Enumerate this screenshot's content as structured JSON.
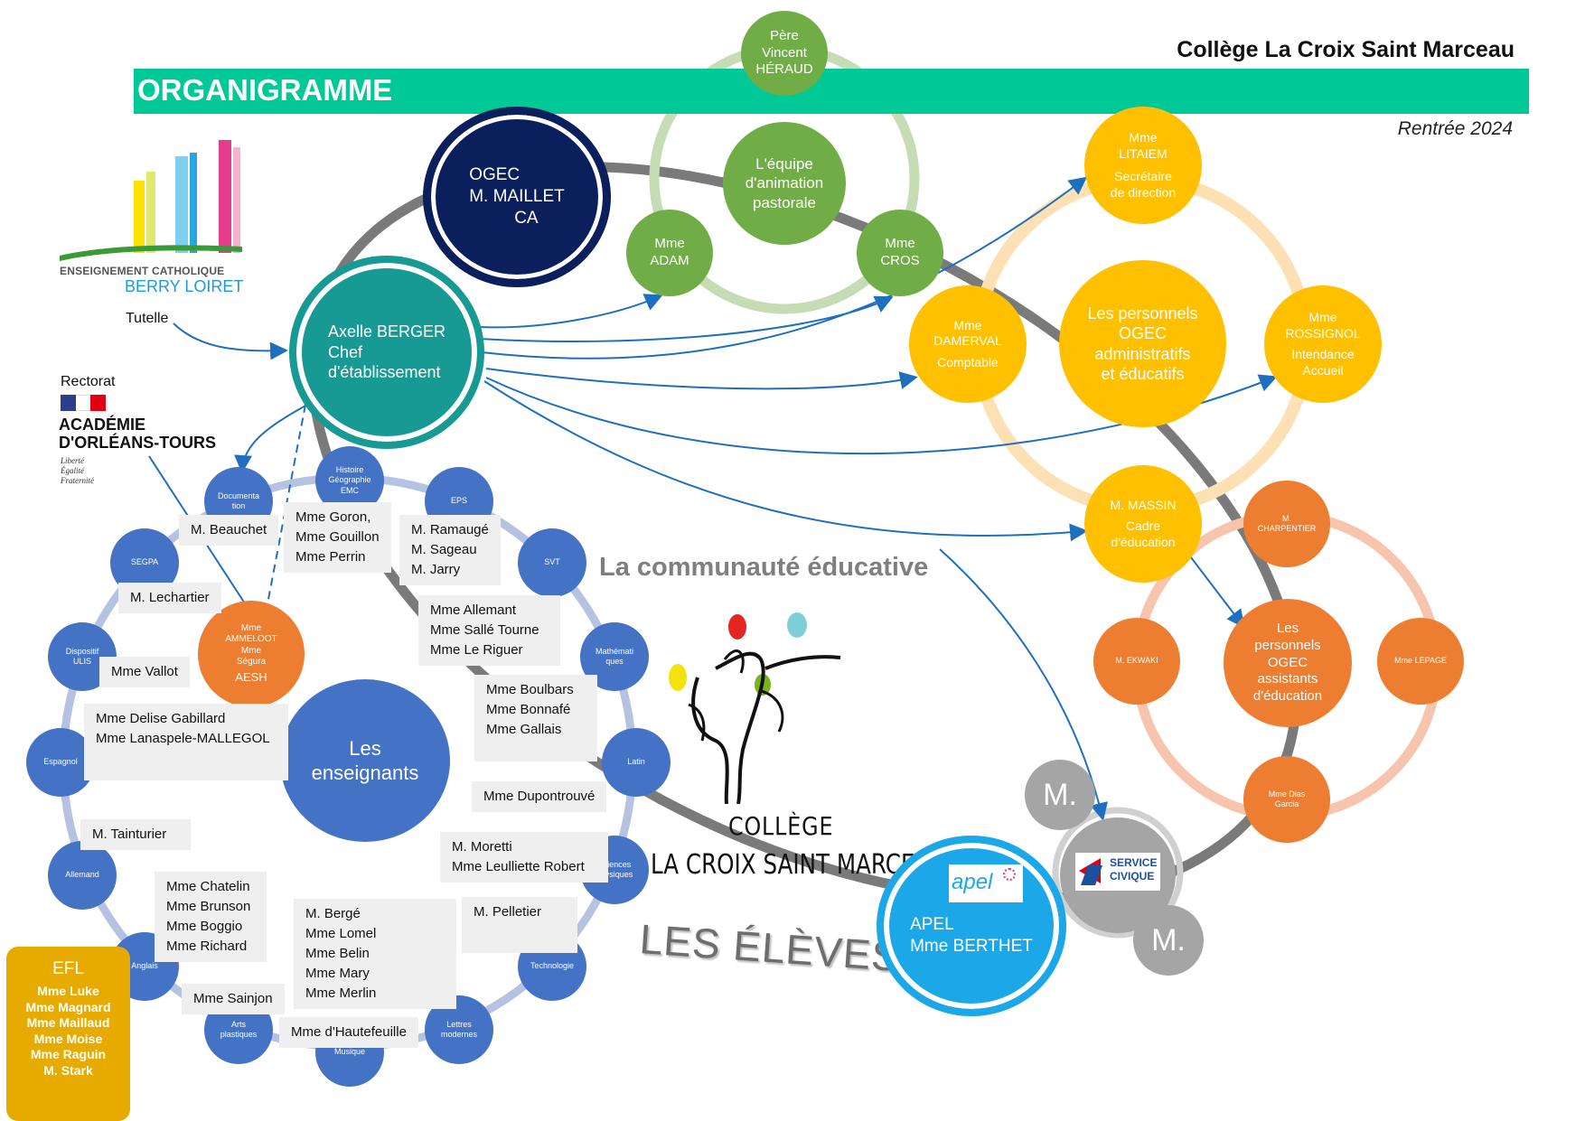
{
  "header": {
    "school": "Collège La Croix Saint Marceau",
    "title": "ORGANIGRAMME",
    "subtitle": "Rentrée 2024"
  },
  "logos": {
    "diocese_line1": "ENSEIGNEMENT CATHOLIQUE",
    "diocese_line2": "BERRY LOIRET",
    "tutelle": "Tutelle",
    "rectorat": "Rectorat",
    "academie_line1": "ACADÉMIE",
    "academie_line2": "D'ORLÉANS-TOURS",
    "devise": [
      "Liberté",
      "Égalité",
      "Fraternité"
    ],
    "college_line1": "COLLÈGE",
    "college_line2": "LA CROIX SAINT MARCEAU",
    "service_civique": [
      "SERVICE",
      "CIVIQUE"
    ],
    "apel_logo": "apel"
  },
  "labels": {
    "communaute": "La communauté éducative",
    "eleves": "LES ÉLÈVES"
  },
  "nodes": {
    "chef": [
      "Axelle BERGER",
      "Chef",
      "d'établissement"
    ],
    "ogec": [
      "OGEC",
      "M. MAILLET",
      "CA"
    ],
    "pere": [
      "Père",
      "Vincent",
      "HÉRAUD"
    ],
    "pastorale": [
      "L'équipe",
      "d'animation",
      "pastorale"
    ],
    "adam": [
      "Mme",
      "ADAM"
    ],
    "cros": [
      "Mme",
      "CROS"
    ],
    "litaiem": [
      "Mme",
      "LITAIEM",
      "Secrétaire",
      "de direction"
    ],
    "admin_center": [
      "Les personnels",
      "OGEC",
      "administratifs",
      "et éducatifs"
    ],
    "damerval": [
      "Mme",
      "DAMERVAL",
      "Comptable"
    ],
    "rossignol": [
      "Mme",
      "ROSSIGNOL",
      "Intendance",
      "Accueil"
    ],
    "massin": [
      "M. MASSIN",
      "Cadre",
      "d'éducation"
    ],
    "charpentier": [
      "M.",
      "CHARPENTIER"
    ],
    "ekwaki": [
      "M. EKWAKI"
    ],
    "lepage": [
      "Mme LEPAGE"
    ],
    "dias": [
      "Mme Dias",
      "Garcia"
    ],
    "assistants": [
      "Les",
      "personnels",
      "OGEC",
      "assistants",
      "d'éducation"
    ],
    "aesh": [
      "Mme",
      "AMMELOOT",
      "Mme",
      "Ségura",
      "AESH"
    ],
    "enseignants": [
      "Les",
      "enseignants"
    ],
    "apel": [
      "APEL",
      "Mme BERTHET"
    ],
    "m_top": "M.",
    "m_bottom": "M."
  },
  "subjects": {
    "histoire": [
      "Histoire",
      "Géographie",
      "EMC"
    ],
    "documentation": [
      "Documenta",
      "tion"
    ],
    "eps": [
      "EPS"
    ],
    "svt": [
      "SVT"
    ],
    "maths": [
      "Mathémati",
      "ques"
    ],
    "latin": [
      "Latin"
    ],
    "sciences": [
      "Sciences",
      "physiques"
    ],
    "technologie": [
      "Technologie"
    ],
    "lettres": [
      "Lettres",
      "modernes"
    ],
    "musique": [
      "Musique"
    ],
    "arts": [
      "Arts",
      "plastiques"
    ],
    "anglais": [
      "Anglais"
    ],
    "allemand": [
      "Allemand"
    ],
    "espagnol": [
      "Espagnol"
    ],
    "ulis": [
      "Dispositif",
      "ULIS"
    ],
    "segpa": [
      "SEGPA"
    ]
  },
  "teachers": {
    "beauchet": [
      "M. Beauchet"
    ],
    "histoire": [
      "Mme Goron,",
      "Mme Gouillon",
      "Mme Perrin"
    ],
    "eps": [
      "M. Ramaugé",
      "M. Sageau",
      "M. Jarry"
    ],
    "lechartier": [
      "M. Lechartier"
    ],
    "svt": [
      "Mme Allemant",
      "Mme Sallé Tourne",
      "Mme Le Riguer"
    ],
    "vallot": [
      "Mme Vallot"
    ],
    "maths": [
      "Mme Boulbars",
      "Mme Bonnafé",
      "Mme Gallais"
    ],
    "espagnol": [
      "Mme Delise Gabillard",
      "Mme Lanaspele-MALLEGOL"
    ],
    "latin": [
      "Mme Dupontrouvé"
    ],
    "allemand": [
      "M. Tainturier"
    ],
    "sciences": [
      "M. Moretti",
      "Mme Leulliette Robert"
    ],
    "anglais": [
      "Mme Chatelin",
      "Mme Brunson",
      "Mme Boggio",
      "Mme Richard"
    ],
    "lettres": [
      "M. Bergé",
      "Mme Lomel",
      "Mme Belin",
      "Mme Mary",
      "Mme Merlin"
    ],
    "techno": [
      "M. Pelletier"
    ],
    "arts": [
      "Mme Sainjon"
    ],
    "musique": [
      "Mme d'Hautefeuille"
    ]
  },
  "efl": {
    "title": "EFL",
    "names": [
      "Mme Luke",
      "Mme Magnard",
      "Mme Maillaud",
      "Mme Moise",
      "Mme Raguin",
      "M. Stark"
    ]
  },
  "colors": {
    "teal_bar": "#00c896",
    "teal_chef": "#179a94",
    "navy": "#0b1f5c",
    "green": "#70ad47",
    "yellow": "#ffc000",
    "orange": "#ed7d31",
    "blue": "#4472c4",
    "apel": "#1ba7e8",
    "efl": "#e7ab00"
  }
}
